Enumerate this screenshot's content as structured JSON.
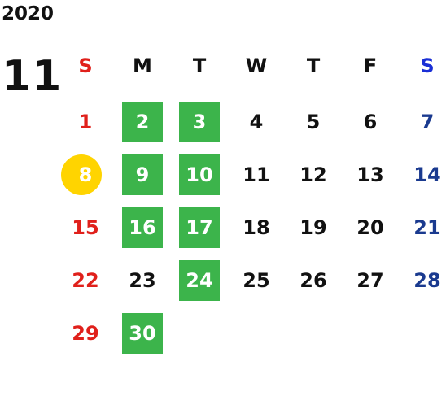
{
  "year": "2020",
  "month": "11",
  "weekdays": [
    "S",
    "M",
    "T",
    "W",
    "T",
    "F",
    "S"
  ],
  "colors": {
    "sunday": "#e0201b",
    "saturday_header": "#1a2fd6",
    "saturday": "#1a3a8f",
    "weekday": "#111111",
    "highlight": "#3cb44b",
    "today": "#ffd400"
  },
  "weeks": [
    [
      "1",
      "2",
      "3",
      "4",
      "5",
      "6",
      "7"
    ],
    [
      "8",
      "9",
      "10",
      "11",
      "12",
      "13",
      "14"
    ],
    [
      "15",
      "16",
      "17",
      "18",
      "19",
      "20",
      "21"
    ],
    [
      "22",
      "23",
      "24",
      "25",
      "26",
      "27",
      "28"
    ],
    [
      "29",
      "30",
      "",
      "",
      "",
      "",
      ""
    ]
  ],
  "highlighted_days": [
    "2",
    "3",
    "9",
    "10",
    "16",
    "17",
    "24",
    "30"
  ],
  "today": "8"
}
